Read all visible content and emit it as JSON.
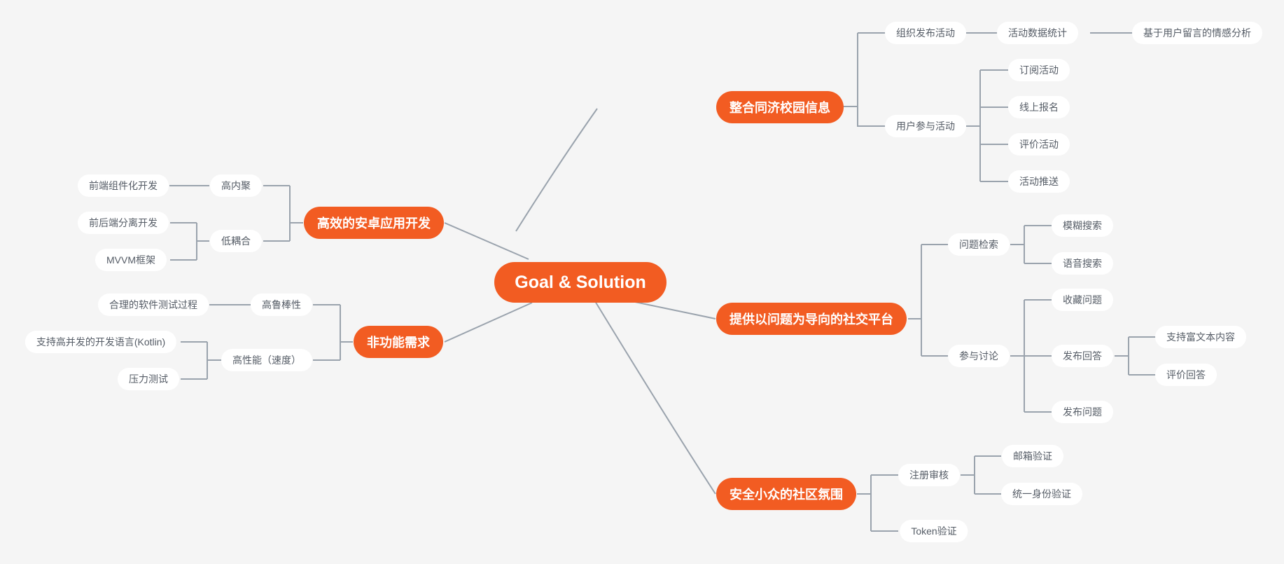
{
  "root": "Goal & Solution",
  "branches": {
    "campus": {
      "label": "整合同济校园信息",
      "organize": "组织发布活动",
      "stats": "活动数据统计",
      "sentiment": "基于用户留言的情感分析",
      "participate": "用户参与活动",
      "subscribe": "订阅活动",
      "signup": "线上报名",
      "review": "评价活动",
      "push": "活动推送"
    },
    "social": {
      "label": "提供以问题为导向的社交平台",
      "search": "问题检索",
      "fuzzy": "模糊搜索",
      "voice": "语音搜索",
      "discuss": "参与讨论",
      "favorite": "收藏问题",
      "answer": "发布回答",
      "richtext": "支持富文本内容",
      "rate_answer": "评价回答",
      "ask": "发布问题"
    },
    "safe": {
      "label": "安全小众的社区氛围",
      "register": "注册审核",
      "email": "邮箱验证",
      "unified": "统一身份验证",
      "token": "Token验证"
    },
    "android": {
      "label": "高效的安卓应用开发",
      "cohesion": "高内聚",
      "component": "前端组件化开发",
      "coupling": "低耦合",
      "separation": "前后端分离开发",
      "mvvm": "MVVM框架"
    },
    "nonfunc": {
      "label": "非功能需求",
      "robust": "高鲁棒性",
      "testing": "合理的软件测试过程",
      "perf": "高性能（速度）",
      "kotlin": "支持高并发的开发语言(Kotlin)",
      "stress": "压力测试"
    }
  },
  "colors": {
    "accent": "#f25c22",
    "line": "#9aa3ad",
    "background": "#f5f5f5",
    "node_fill": "#ffffff",
    "node_text": "#555c66"
  }
}
